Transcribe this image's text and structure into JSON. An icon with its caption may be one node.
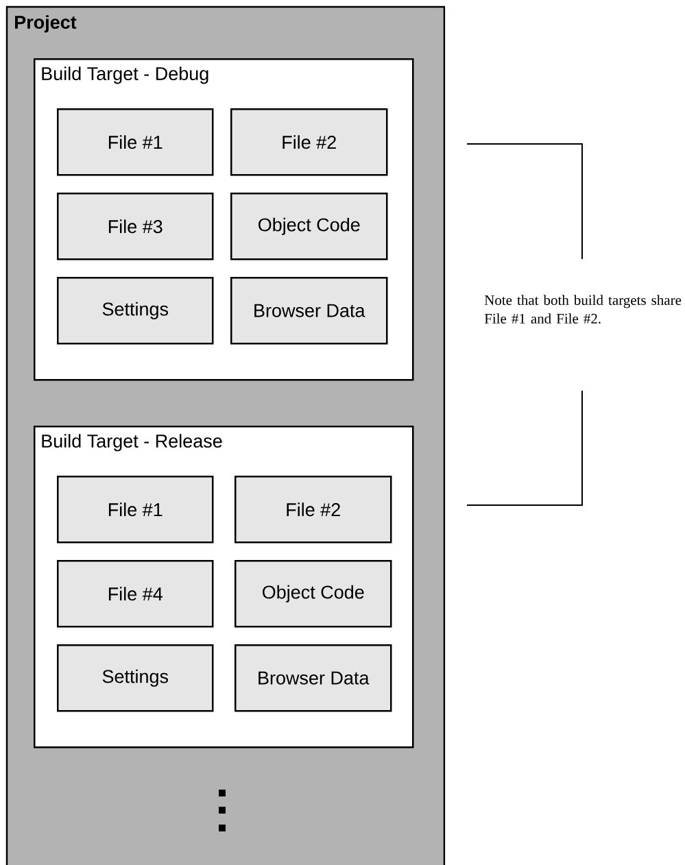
{
  "diagram": {
    "nodes": [
      {
        "text": [
          "Project"
        ]
      },
      {
        "text": [
          "Build Target - Debug"
        ],
        "in": 0
      },
      {
        "text": [
          "File #1"
        ],
        "in": 1
      },
      {
        "text": [
          "File #2"
        ],
        "in": 1
      },
      {
        "text": [
          "File #3"
        ],
        "in": 1
      },
      {
        "text": [
          "Object Code"
        ],
        "in": 1
      },
      {
        "text": [
          "Settings"
        ],
        "in": 1
      },
      {
        "text": [
          "Browser Data"
        ],
        "in": 1
      },
      {
        "text": [
          "Build Target - Release"
        ],
        "in": 0
      },
      {
        "text": [
          "File #1"
        ],
        "in": 8
      },
      {
        "text": [
          "File #2"
        ],
        "in": 8
      },
      {
        "text": [
          "File #4"
        ],
        "in": 8
      },
      {
        "text": [
          "Object Code"
        ],
        "in": 8
      },
      {
        "text": [
          "Settings"
        ],
        "in": 8
      },
      {
        "text": [
          "Browser Data"
        ],
        "in": 8
      }
    ],
    "labels": [
      "Note that both build targets share File #1 and File #2."
    ]
  }
}
